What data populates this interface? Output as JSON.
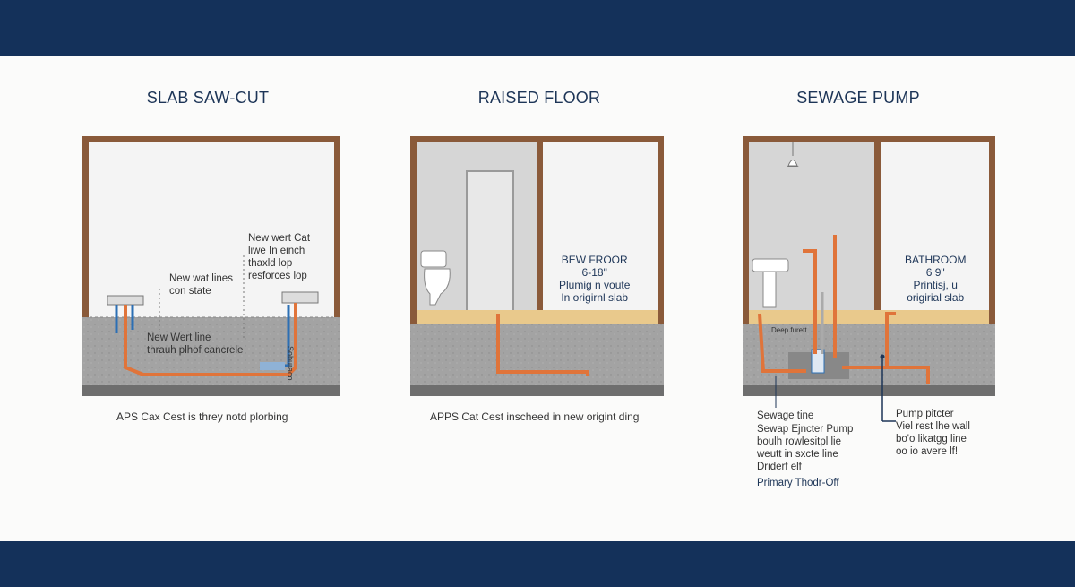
{
  "colors": {
    "header_band": "#14315a",
    "wall_post": "#8a5a3a",
    "concrete": "#9a9a9a",
    "drain_pipe": "#e0743a",
    "supply_pipe": "#2c6fb4",
    "title_text": "#1d3557"
  },
  "panels": [
    {
      "title": "SLAB SAW-CUT",
      "labels": [
        "New wert Cat\nliwe In einch\nthaxld lop\nresforces lop",
        "New wat lines\ncon state",
        "New Wert line\nthrauh plhof cancrele",
        "Soburaco"
      ],
      "caption": "APS Cax Cest is threy notd plorbing"
    },
    {
      "title": "RAISED FLOOR",
      "labels": [
        "BEW FROOR\n6-18\"\nPlumig n voute\nIn origirnl slab"
      ],
      "caption": "APPS Cat Cest inscheed in new origint ding"
    },
    {
      "title": "SEWAGE PUMP",
      "labels": [
        "BATHROOM\n6 9\"\nPrintisj, u\norigirial slab",
        "Deep furett"
      ],
      "notes_left": [
        "Sewage tine",
        "Sewap Ejncter Pump",
        "boulh rowlesitpl lie",
        "weutt in sxcte line",
        "Driderf elf",
        "Primary Thodr-Off"
      ],
      "notes_right": [
        "Pump pitcter",
        "Viel rest lhe wall",
        "bo'o likatgg line",
        "oo io avere lf!"
      ]
    }
  ]
}
